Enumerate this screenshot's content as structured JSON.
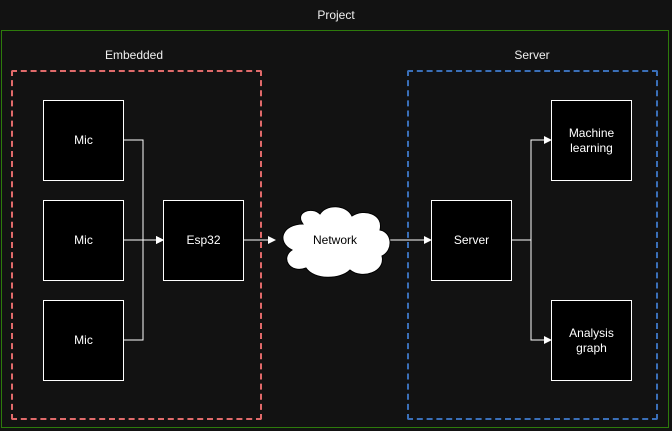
{
  "diagram": {
    "title": "Project",
    "groups": {
      "embedded": "Embedded",
      "server": "Server"
    },
    "nodes": {
      "mic_1": "Mic",
      "mic_2": "Mic",
      "mic_3": "Mic",
      "esp32": "Esp32",
      "network": "Network",
      "server": "Server",
      "machine_learning": "Machine learning",
      "analysis_graph": "Analysis graph"
    },
    "colors": {
      "background": "#121212",
      "project_border": "#2d7a0b",
      "embedded_border": "#e06a6a",
      "server_border": "#3a6fb8",
      "node_fill": "#000000",
      "node_stroke": "#ffffff",
      "cloud_fill": "#ffffff"
    },
    "edges": [
      [
        "mic_1",
        "esp32"
      ],
      [
        "mic_2",
        "esp32"
      ],
      [
        "mic_3",
        "esp32"
      ],
      [
        "esp32",
        "network"
      ],
      [
        "network",
        "server"
      ],
      [
        "server",
        "machine_learning"
      ],
      [
        "server",
        "analysis_graph"
      ]
    ]
  }
}
